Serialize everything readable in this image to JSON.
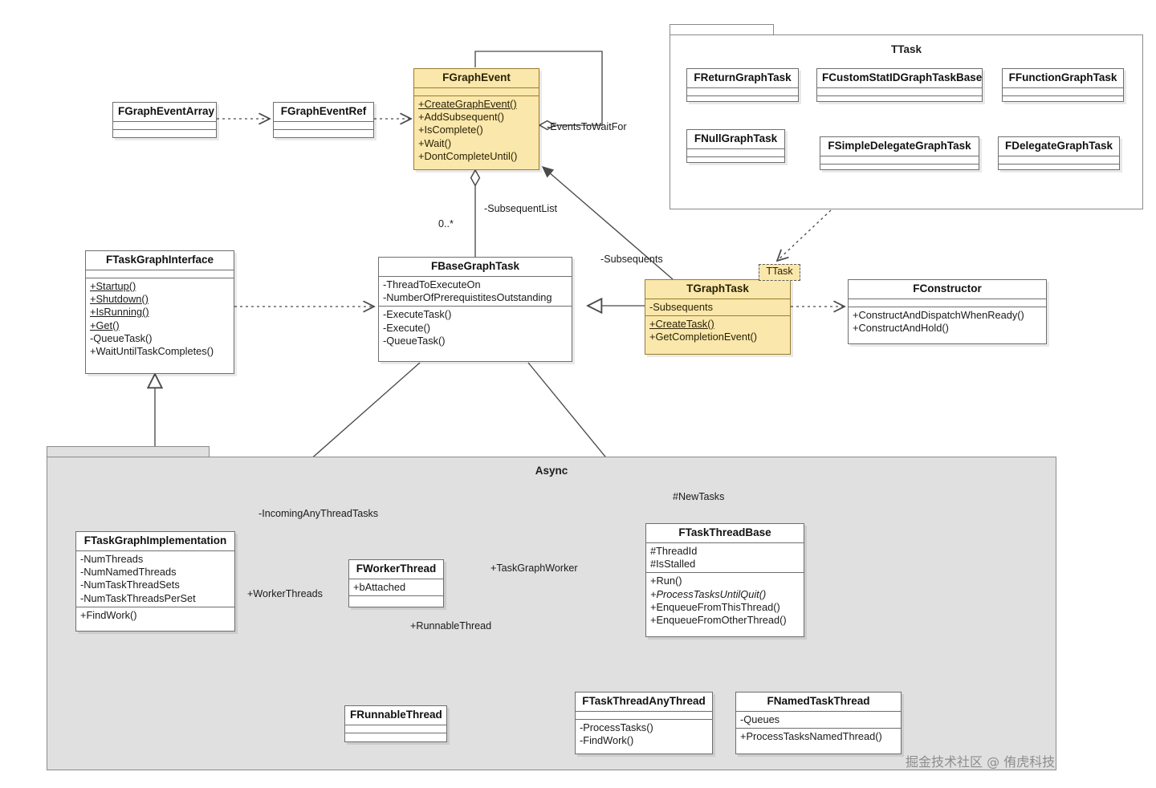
{
  "diagram": {
    "title": "UE4 TaskGraph UML class diagram",
    "watermark": "掘金技术社区 @ 侑虎科技",
    "colors": {
      "highlight_fill": "#fae7ab",
      "highlight_border": "#9a7c2e",
      "package_fill": "#e0e0e0",
      "line": "#4a4a4a"
    }
  },
  "packages": {
    "ttask": {
      "name": "TTask"
    },
    "async": {
      "name": "Async"
    }
  },
  "template_binding": {
    "label": "TTask"
  },
  "classes": {
    "fgrapheventarray": {
      "name": "FGraphEventArray",
      "attributes": [],
      "operations": []
    },
    "fgrapheventref": {
      "name": "FGraphEventRef",
      "attributes": [],
      "operations": []
    },
    "fgraphevent": {
      "name": "FGraphEvent",
      "attributes": [],
      "operations": [
        {
          "text": "+CreateGraphEvent()",
          "static": true
        },
        {
          "text": "+AddSubsequent()",
          "static": false
        },
        {
          "text": "+IsComplete()",
          "static": false
        },
        {
          "text": "+Wait()",
          "static": false
        },
        {
          "text": "+DontCompleteUntil()",
          "static": false
        }
      ]
    },
    "freturngraphtask": {
      "name": "FReturnGraphTask",
      "attributes": [],
      "operations": []
    },
    "fcustomstatidgraphtaskbase": {
      "name": "FCustomStatIDGraphTaskBase",
      "attributes": [],
      "operations": []
    },
    "ffunctiongraphtask": {
      "name": "FFunctionGraphTask",
      "attributes": [],
      "operations": []
    },
    "fnullgraphtask": {
      "name": "FNullGraphTask",
      "attributes": [],
      "operations": []
    },
    "fsimpledelegategraphtask": {
      "name": "FSimpleDelegateGraphTask",
      "attributes": [],
      "operations": []
    },
    "fdelegategraphtask": {
      "name": "FDelegateGraphTask",
      "attributes": [],
      "operations": []
    },
    "ftaskgraphinterface": {
      "name": "FTaskGraphInterface",
      "attributes": [],
      "operations": [
        {
          "text": "+Startup()",
          "static": true
        },
        {
          "text": "+Shutdown()",
          "static": true
        },
        {
          "text": "+IsRunning()",
          "static": true
        },
        {
          "text": "+Get()",
          "static": true
        },
        {
          "text": "-QueueTask()",
          "static": false
        },
        {
          "text": "+WaitUntilTaskCompletes()",
          "static": false
        }
      ]
    },
    "fbasegraphtask": {
      "name": "FBaseGraphTask",
      "attributes": [
        {
          "text": "-ThreadToExecuteOn"
        },
        {
          "text": "-NumberOfPrerequistitesOutstanding"
        }
      ],
      "operations": [
        {
          "text": "-ExecuteTask()",
          "static": false
        },
        {
          "text": "-Execute()",
          "static": false
        },
        {
          "text": "-QueueTask()",
          "static": false
        }
      ]
    },
    "tgraphtask": {
      "name": "TGraphTask",
      "attributes": [
        {
          "text": "-Subsequents"
        }
      ],
      "operations": [
        {
          "text": "+CreateTask()",
          "static": true
        },
        {
          "text": "+GetCompletionEvent()",
          "static": false
        }
      ]
    },
    "fconstructor": {
      "name": "FConstructor",
      "attributes": [],
      "operations": [
        {
          "text": "+ConstructAndDispatchWhenReady()",
          "static": false
        },
        {
          "text": "+ConstructAndHold()",
          "static": false
        }
      ]
    },
    "ftaskgraphimplementation": {
      "name": "FTaskGraphImplementation",
      "attributes": [
        {
          "text": "-NumThreads"
        },
        {
          "text": "-NumNamedThreads"
        },
        {
          "text": "-NumTaskThreadSets"
        },
        {
          "text": "-NumTaskThreadsPerSet"
        }
      ],
      "operations": [
        {
          "text": "+FindWork()",
          "static": false
        }
      ]
    },
    "fworkerthread": {
      "name": "FWorkerThread",
      "attributes": [
        {
          "text": "+bAttached"
        }
      ],
      "operations": []
    },
    "ftaskthreadbase": {
      "name": "FTaskThreadBase",
      "attributes": [
        {
          "text": "#ThreadId"
        },
        {
          "text": "#IsStalled"
        }
      ],
      "operations": [
        {
          "text": "+Run()",
          "abstract": false
        },
        {
          "text": "+ProcessTasksUntilQuit()",
          "abstract": true
        },
        {
          "text": "+EnqueueFromThisThread()",
          "abstract": false
        },
        {
          "text": "+EnqueueFromOtherThread()",
          "abstract": false
        }
      ]
    },
    "frunnablethread": {
      "name": "FRunnableThread",
      "attributes": [],
      "operations": []
    },
    "ftaskthreadanythread": {
      "name": "FTaskThreadAnyThread",
      "attributes": [],
      "operations": [
        {
          "text": "-ProcessTasks()"
        },
        {
          "text": "-FindWork()"
        }
      ]
    },
    "fnamedtaskthread": {
      "name": "FNamedTaskThread",
      "attributes": [
        {
          "text": "-Queues"
        }
      ],
      "operations": [
        {
          "text": "+ProcessTasksNamedThread()"
        }
      ]
    }
  },
  "edge_labels": {
    "events_to_wait_for": "-EventsToWaitFor",
    "subsequent_list": "-SubsequentList",
    "subsequent_list_mult": "0..*",
    "subsequents": "-Subsequents",
    "incoming_any_thread_tasks": "-IncomingAnyThreadTasks",
    "new_tasks": "#NewTasks",
    "worker_threads": "+WorkerThreads",
    "task_graph_worker": "+TaskGraphWorker",
    "runnable_thread": "+RunnableThread"
  }
}
